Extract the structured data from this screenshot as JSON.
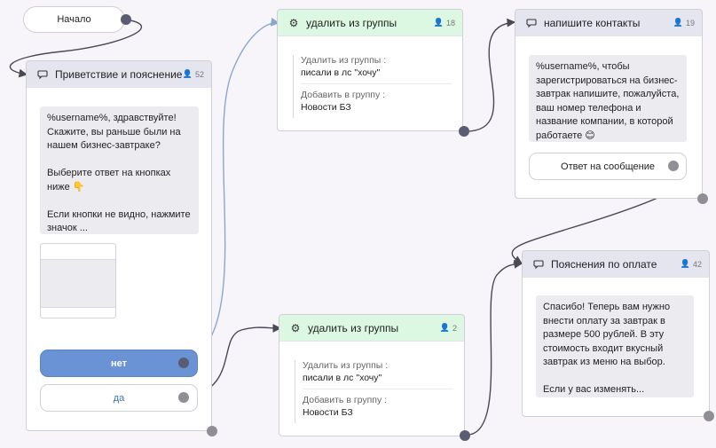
{
  "start_label": "Начало",
  "node_greeting": {
    "title": "Приветствие и пояснение",
    "count": "52",
    "message": "%username%, здравствуйте! Скажите, вы раньше были на нашем бизнес-завтраке?\n\nВыберите ответ на кнопках ниже 👇\n\nЕсли кнопки не видно, нажмите значок ...",
    "button_primary": "нет",
    "button_secondary": "да"
  },
  "node_remove_1": {
    "title": "удалить из группы",
    "count": "18",
    "remove_label": "Удалить из группы :",
    "remove_value": "писали в лс \"хочу\"",
    "add_label": "Добавить в группу :",
    "add_value": "Новости БЗ"
  },
  "node_contacts": {
    "title": "напишите контакты",
    "count": "19",
    "message": "%username%, чтобы зарегистрироваться на бизнес-завтрак напишите, пожалуйста, ваш номер телефона и название компании, в которой работаете 😊",
    "button": "Ответ на сообщение"
  },
  "node_remove_2": {
    "title": "удалить из группы",
    "count": "2",
    "remove_label": "Удалить из группы :",
    "remove_value": "писали в лс \"хочу\"",
    "add_label": "Добавить в группу :",
    "add_value": "Новости БЗ"
  },
  "node_payment": {
    "title": "Пояснения по оплате",
    "count": "42",
    "message": "Спасибо! Теперь вам нужно внести оплату за завтрак в размере 500 рублей. В эту стоимость входит вкусный завтрак из меню на выбор.\n\nЕсли у вас изменять..."
  },
  "icons": {
    "message": "speech-bubble-icon",
    "action": "gears-icon",
    "subscribers": "person-icon"
  },
  "colors": {
    "canvas": "#f7f4fa",
    "message_header": "#e4e5ef",
    "action_header": "#dcf7e2",
    "primary_button": "#6a93d6",
    "link_text": "#3f6fb6",
    "highlight_wire": "#8aa6cf"
  }
}
